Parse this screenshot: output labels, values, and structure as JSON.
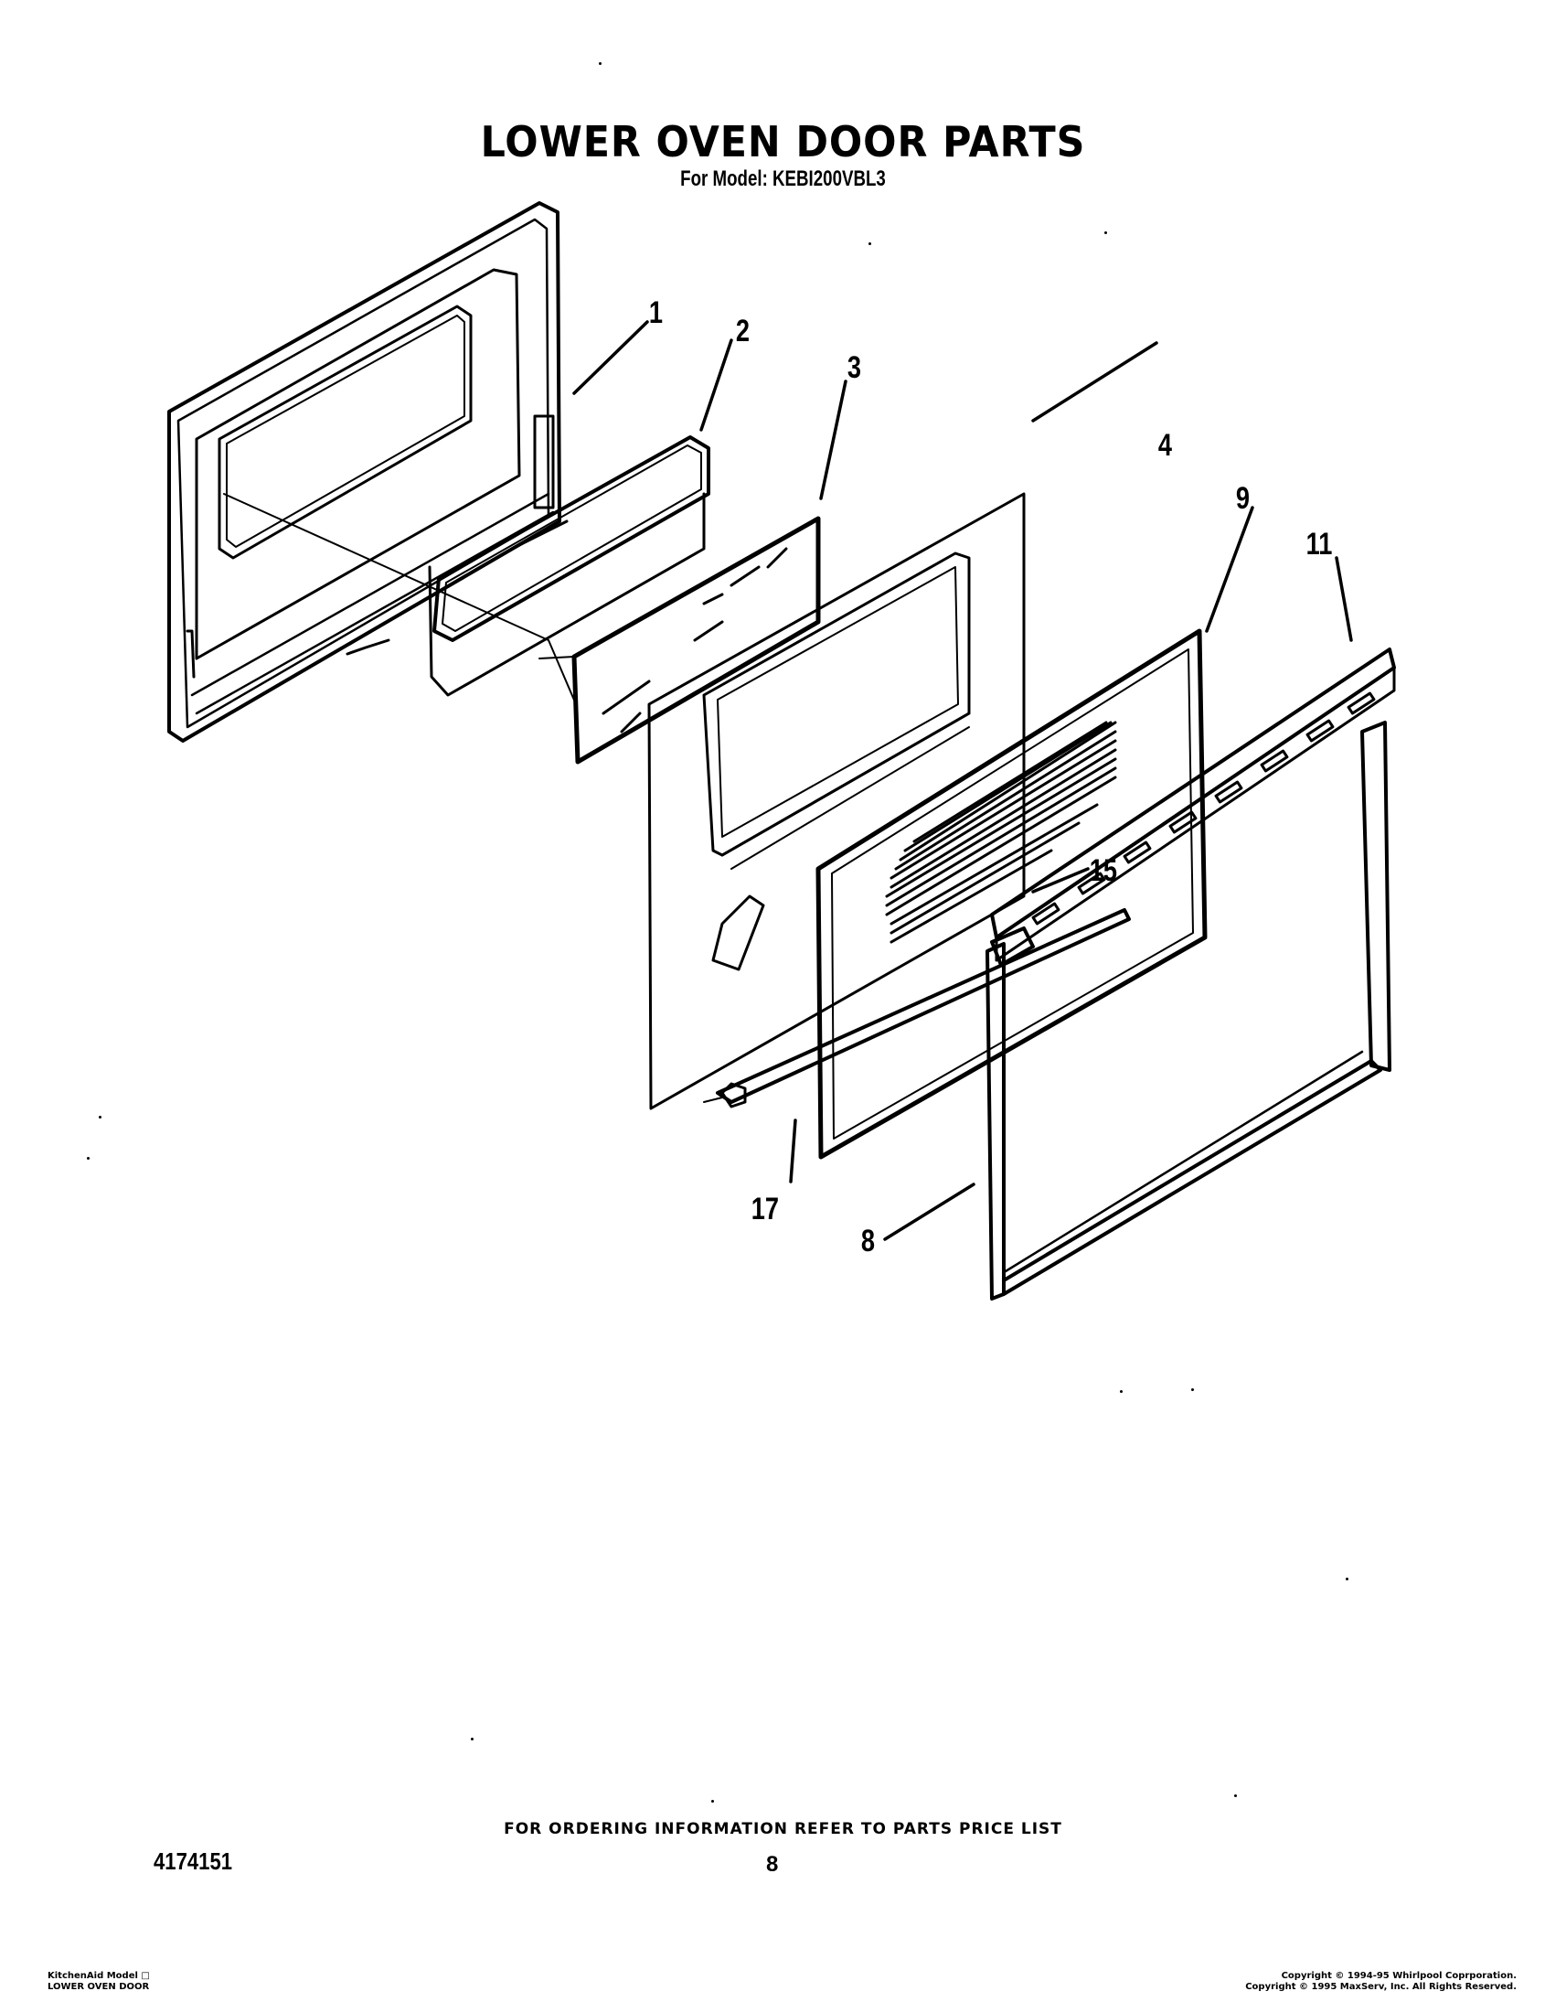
{
  "header": {
    "title": "LOWER OVEN DOOR PARTS",
    "subtitle": "For Model: KEBI200VBL3"
  },
  "callouts": [
    {
      "id": "1",
      "label": "1"
    },
    {
      "id": "2",
      "label": "2"
    },
    {
      "id": "3",
      "label": "3"
    },
    {
      "id": "4",
      "label": "4"
    },
    {
      "id": "9",
      "label": "9"
    },
    {
      "id": "11",
      "label": "11"
    },
    {
      "id": "15",
      "label": "15"
    },
    {
      "id": "17",
      "label": "17"
    },
    {
      "id": "8",
      "label": "8"
    }
  ],
  "footer": {
    "order_note": "FOR ORDERING INFORMATION REFER TO PARTS PRICE LIST",
    "page_number": "8",
    "document_number": "4174151",
    "left_line1": "KitchenAid Model □",
    "left_line2": "LOWER OVEN DOOR",
    "right_line1": "Copyright © 1994-95 Whirlpool Coprporation.",
    "right_line2": "Copyright © 1995 MaxServ, Inc.  All Rights Reserved."
  }
}
